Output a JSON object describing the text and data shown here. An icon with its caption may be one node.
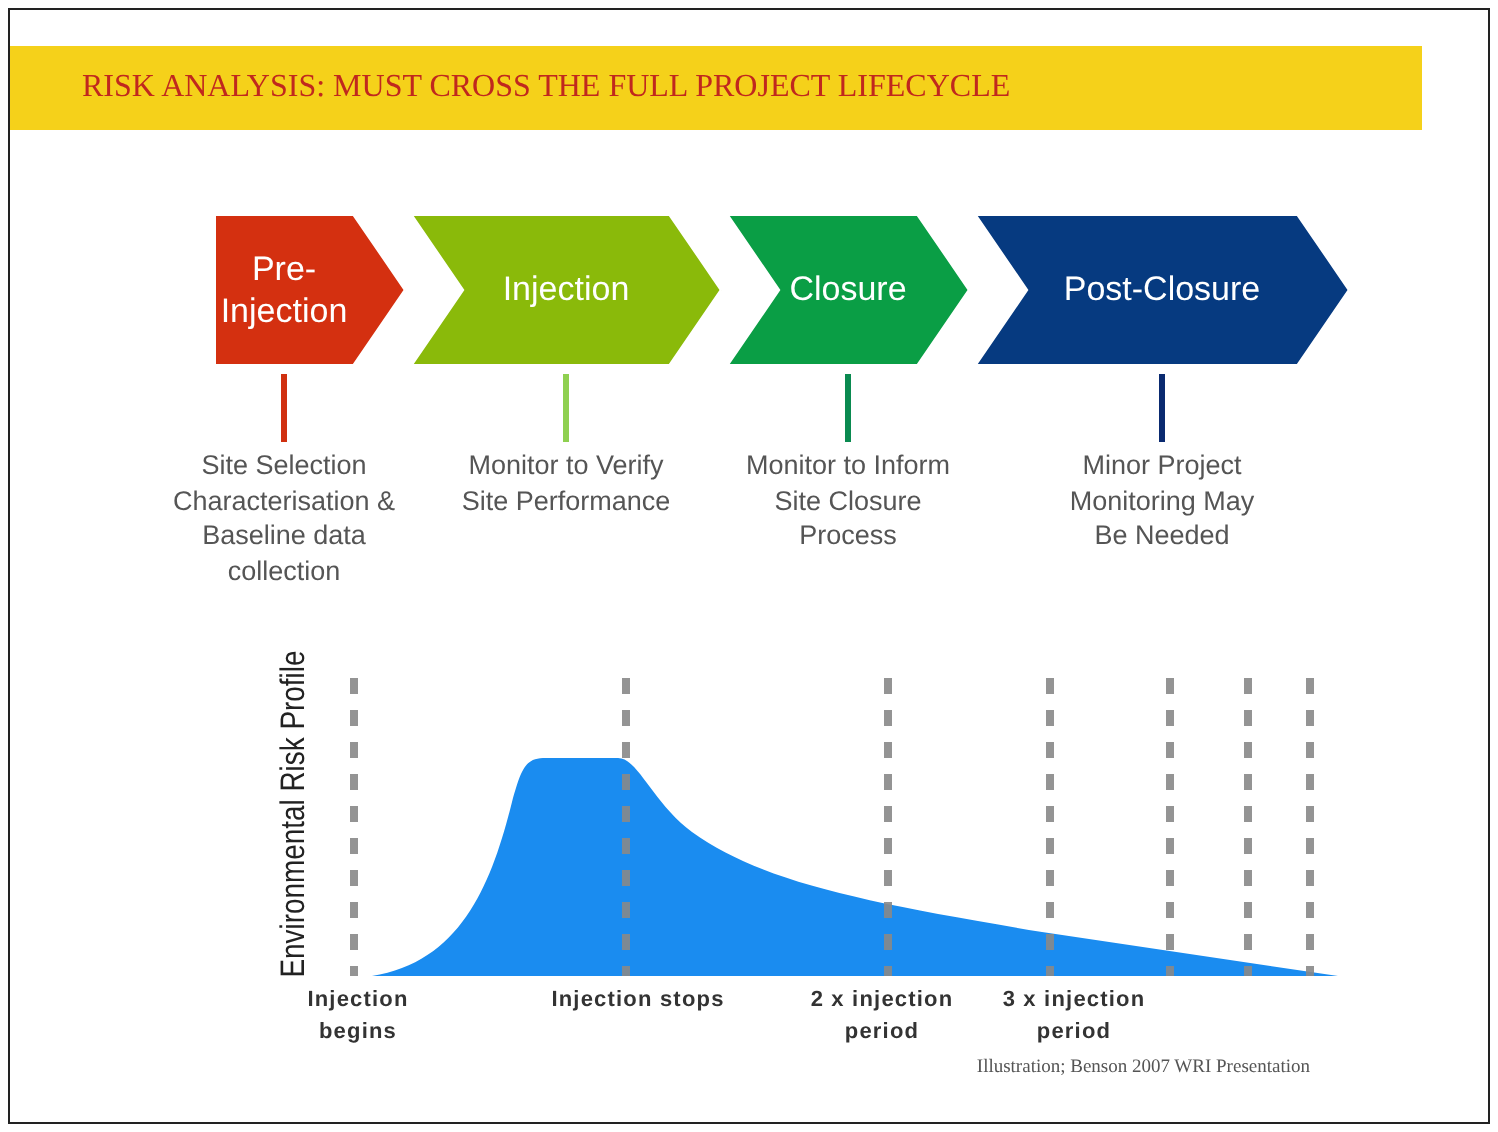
{
  "diagram": {
    "title": "RISK ANALYSIS: MUST CROSS THE FULL PROJECT LIFECYCLE",
    "nodes": [
      {
        "text": [
          "Pre- Injection"
        ]
      },
      {
        "text": [
          "Injection"
        ]
      },
      {
        "text": [
          "Closure"
        ]
      },
      {
        "text": [
          "Post-Closure"
        ]
      },
      {
        "text": [
          "Site Selection Characterisation & Baseline data collection"
        ]
      },
      {
        "text": [
          "Monitor to Verify Site Performance"
        ]
      },
      {
        "text": [
          "Monitor to Inform Site Closure Process"
        ]
      },
      {
        "text": [
          "Minor Project Monitoring May Be Needed"
        ]
      }
    ],
    "edges": [
      {
        "from": 0,
        "to": 4,
        "arrow": "none",
        "color": "#d03010"
      },
      {
        "from": 1,
        "to": 5,
        "arrow": "none",
        "color": "#8fd050"
      },
      {
        "from": 2,
        "to": 6,
        "arrow": "none",
        "color": "#0a8a50"
      },
      {
        "from": 3,
        "to": 7,
        "arrow": "none",
        "color": "#0a2a70"
      }
    ],
    "labels": [
      "Environmental Risk Profile",
      "Injection begins",
      "Injection stops",
      "2 x injection period",
      "3 x injection period",
      "Illustration; Benson 2007 WRI Presentation"
    ]
  }
}
